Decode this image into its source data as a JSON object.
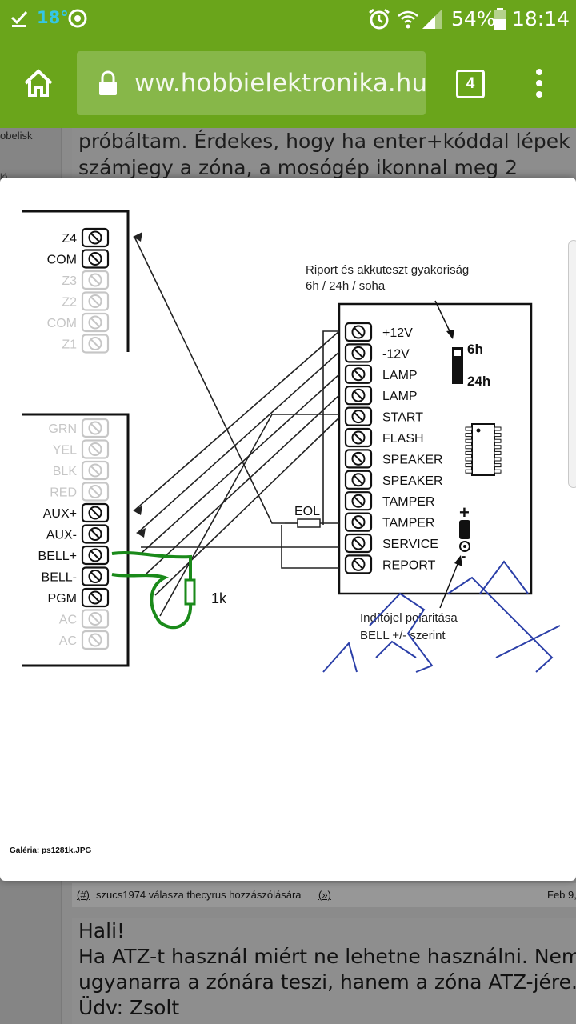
{
  "status_bar": {
    "temperature": "18°",
    "battery_percent": "54%",
    "time": "18:14",
    "icons": [
      "download-done-icon",
      "weather-icon",
      "alarm-icon",
      "wifi-icon",
      "signal-icon",
      "battery-icon"
    ]
  },
  "browser": {
    "url": "ww.hobbielektronika.hu/f",
    "tab_count": "4",
    "icons": [
      "home-icon",
      "lock-icon",
      "more-vert-icon"
    ]
  },
  "background": {
    "left_labels": [
      "obelisk",
      "ló"
    ],
    "post_top_lines": [
      "próbáltam. Érdekes, hogy ha enter+kóddal lépek be",
      "számjegy a zóna, a mosógép ikonnal meg 2"
    ]
  },
  "modal": {
    "caption": "Galéria: ps1281k.JPG",
    "diagram": {
      "panel_terminals_top": [
        "Z4",
        "COM",
        "Z3",
        "Z2",
        "COM",
        "Z1"
      ],
      "panel_terminals_bottom": [
        "GRN",
        "YEL",
        "BLK",
        "RED",
        "AUX+",
        "AUX-",
        "BELL+",
        "BELL-",
        "PGM",
        "AC",
        "AC"
      ],
      "module_terminals": [
        "+12V",
        "-12V",
        "LAMP",
        "LAMP",
        "START",
        "FLASH",
        "SPEAKER",
        "SPEAKER",
        "TAMPER",
        "TAMPER",
        "SERVICE",
        "REPORT"
      ],
      "note_top_line1": "Riport és akkuteszt gyakoriság",
      "note_top_line2": "6h / 24h / soha",
      "jumper_top": "6h",
      "jumper_bottom": "24h",
      "eol_label": "EOL",
      "resistor_label": "1k",
      "note_bottom_line1": "Indítójel polaritása",
      "note_bottom_line2": "BELL +/- szerint",
      "plus_sign": "+",
      "minus_sign": "-"
    }
  },
  "post": {
    "header": {
      "hash": "(#)",
      "text": "szucs1974 válasza thecyrus hozzászólására",
      "link": "(»)",
      "date": "Feb 9,"
    },
    "body_lines": [
      "Hali!",
      "Ha ATZ-t használ miért ne lehetne használni. Nem",
      "ugyanarra a zónára teszi, hanem a zóna ATZ-jére.",
      "Üdv: Zsolt"
    ]
  },
  "colors": {
    "toolbar_green": "#6aa51b",
    "url_box": "#87b749",
    "wire_green": "#1a8a1a",
    "sketch_blue": "#2b3fa8",
    "temperature_cyan": "#34c6e6"
  }
}
